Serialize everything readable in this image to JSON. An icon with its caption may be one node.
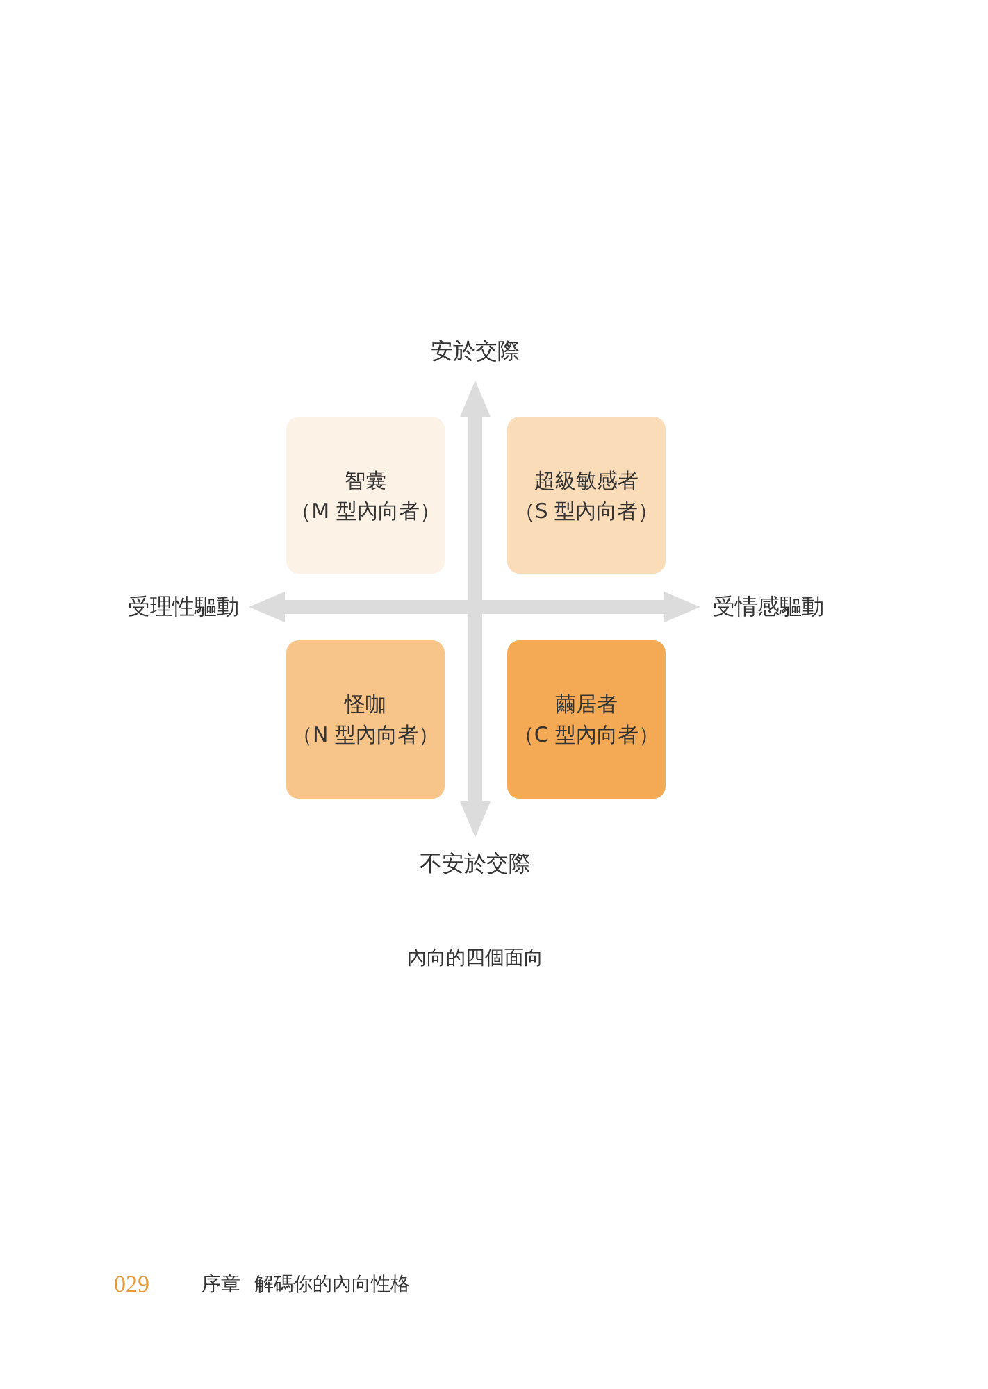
{
  "diagram": {
    "caption": "內向的四個面向",
    "nodes": [
      {
        "text": [
          "智囊",
          "（M 型內向者）"
        ]
      },
      {
        "text": [
          "超級敏感者",
          "（S 型內向者）"
        ]
      },
      {
        "text": [
          "怪咖",
          "（N 型內向者）"
        ]
      },
      {
        "text": [
          "繭居者",
          "（C 型內向者）"
        ]
      }
    ],
    "labels": [
      "安於交際",
      "受理性驅動",
      "受情感驅動",
      "不安於交際",
      "029",
      "序章",
      "解碼你的內向性格"
    ]
  }
}
